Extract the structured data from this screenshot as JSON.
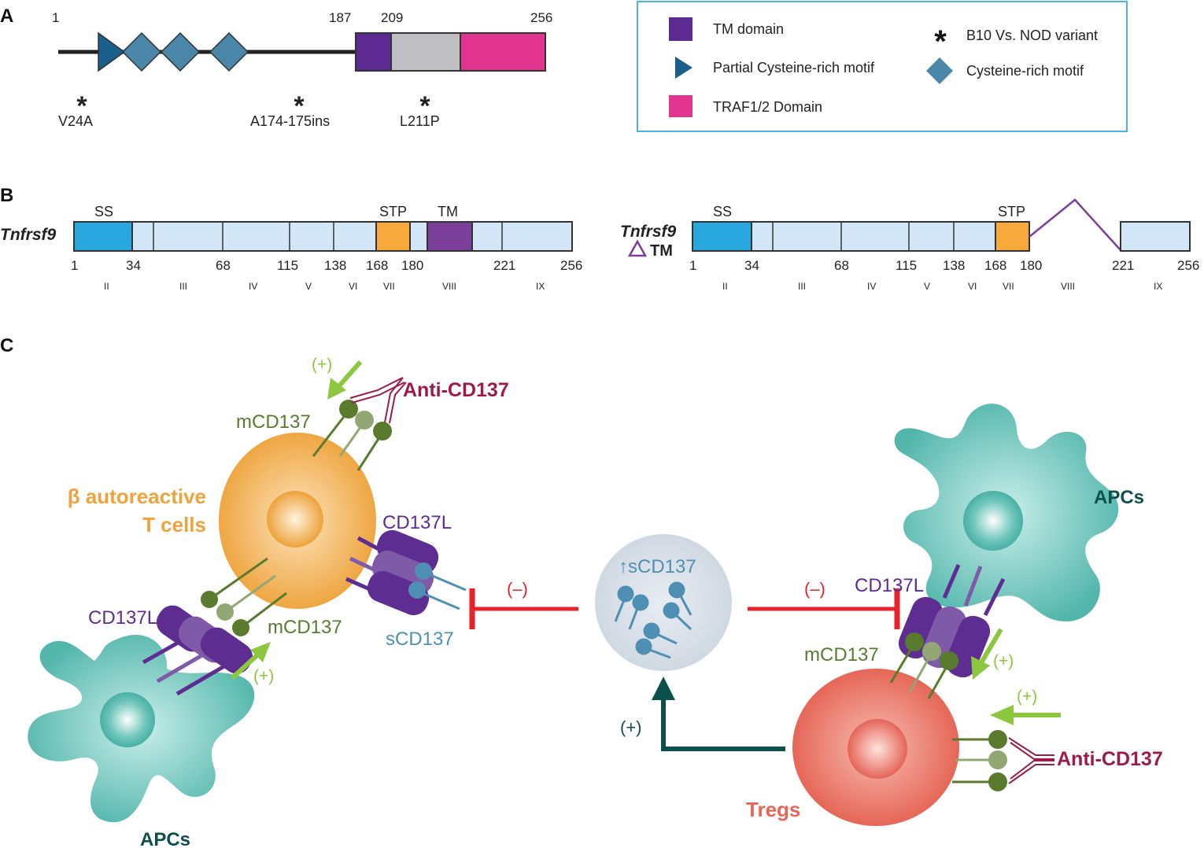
{
  "panels": {
    "a": "A",
    "b": "B",
    "c": "C"
  },
  "panelA": {
    "positions": [
      "1",
      "187",
      "209",
      "256"
    ],
    "variants": [
      {
        "star": "*",
        "label": "V24A"
      },
      {
        "star": "*",
        "label": "A174-175ins"
      },
      {
        "star": "*",
        "label": "L211P"
      }
    ],
    "legend": {
      "tm": "TM domain",
      "partial": "Partial Cysteine-rich motif",
      "traf": "TRAF1/2 Domain",
      "star": "*",
      "variant": "B10 Vs. NOD variant",
      "cysteine": "Cysteine-rich motif"
    },
    "colors": {
      "tm": "#5c2a91",
      "partial": "#1b5f8c",
      "traf": "#e0348e",
      "cysteine": "#4a86a8",
      "grey": "#c0c0c4",
      "legendBorder": "#4ab3e0"
    }
  },
  "panelB": {
    "gene": "Tnfrsf9",
    "geneDelta": "Tnfrsf9",
    "deltaTM": "TM",
    "domainLabels": {
      "ss": "SS",
      "stp": "STP",
      "tm": "TM"
    },
    "positionsLeft": [
      "1",
      "34",
      "68",
      "115",
      "138",
      "168",
      "180",
      "221",
      "256"
    ],
    "positionsRight": [
      "1",
      "34",
      "68",
      "115",
      "138",
      "168",
      "180",
      "221",
      "256"
    ],
    "exons": [
      "II",
      "III",
      "IV",
      "V",
      "VI",
      "VII",
      "VIII",
      "IX"
    ],
    "colors": {
      "ss": "#29a8e0",
      "stp": "#f7a93b",
      "tm": "#7b3f99",
      "exon": "#d3e6f7"
    }
  },
  "panelC": {
    "plusLabel": "(+)",
    "minusLabel": "(–)",
    "antiCD137": "Anti-CD137",
    "mCD137": "mCD137",
    "cd137L": "CD137L",
    "sCD137": "sCD137",
    "sCD137Up": "↑sCD137",
    "tCellsLine1": "β autoreactive",
    "tCellsLine2": "T cells",
    "apcs": "APCs",
    "tregs": "Tregs",
    "colors": {
      "tcell": "#f0a23c",
      "treg": "#e86656",
      "apc": "#55b8ad",
      "green": "#5a7a2e",
      "purple": "#5e2d91",
      "maroon": "#9b1c4a",
      "lime": "#8dc63f",
      "red": "#e8222a",
      "teal": "#0d4f4b",
      "blue": "#4f8fb3"
    }
  }
}
